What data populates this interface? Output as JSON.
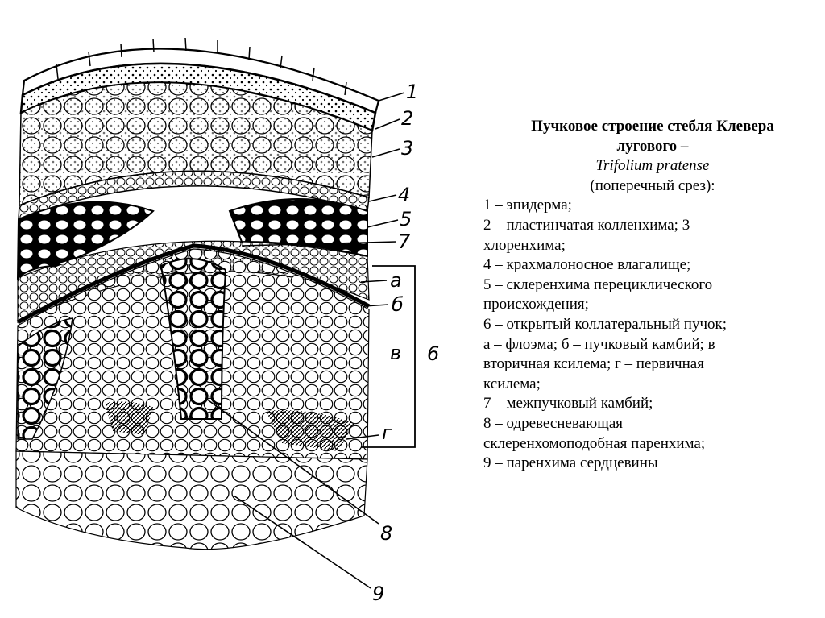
{
  "caption": {
    "title_line1": "Пучковое строение стебля Клевера",
    "title_line2": "лугового –",
    "latin": "Trifolium pratense",
    "subtitle": "(поперечный срез):",
    "legend": [
      "1 – эпидерма;",
      "2 – пластинчатая колленхима; 3 –",
      "хлоренхима;",
      "4 – крахмалоносное влагалище;",
      "5 – склеренхима перециклического",
      "происхождения;",
      "6 – открытый коллатеральный пучок;",
      "а – флоэма; б – пучковый камбий; в",
      "вторичная ксилема; г – первичная",
      "ксилема;",
      "7 – межпучковый камбий;",
      "8 – одревесневающая",
      "склеренхомоподобная паренхима;",
      "9 – паренхима сердцевины"
    ]
  },
  "labels": {
    "l1": "1",
    "l2": "2",
    "l3": "3",
    "l4": "4",
    "l5": "5",
    "l7": "7",
    "la": "а",
    "lb": "б",
    "lv": "в",
    "l6": "6",
    "lg": "г",
    "l8": "8",
    "l9": "9"
  }
}
